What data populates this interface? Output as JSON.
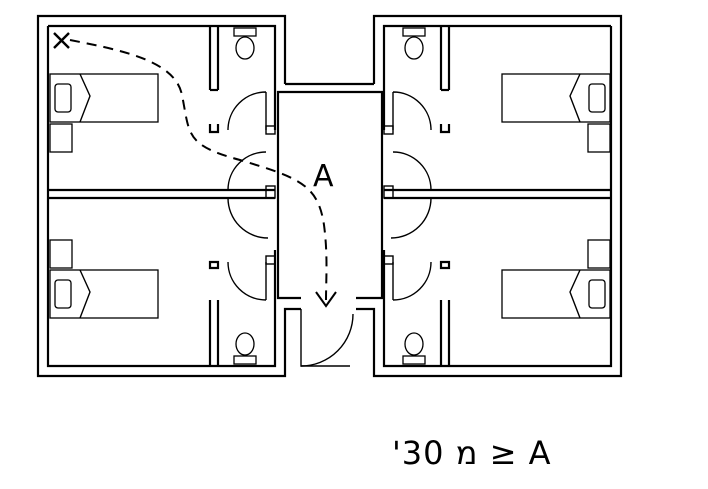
{
  "plan": {
    "point_label": "A",
    "start_marker": "X",
    "icons": [
      "bed-icon",
      "toilet-icon",
      "door-swing-icon",
      "escape-route-arrow-icon"
    ]
  },
  "caption": {
    "text": "'מ 30  ≥  A"
  }
}
